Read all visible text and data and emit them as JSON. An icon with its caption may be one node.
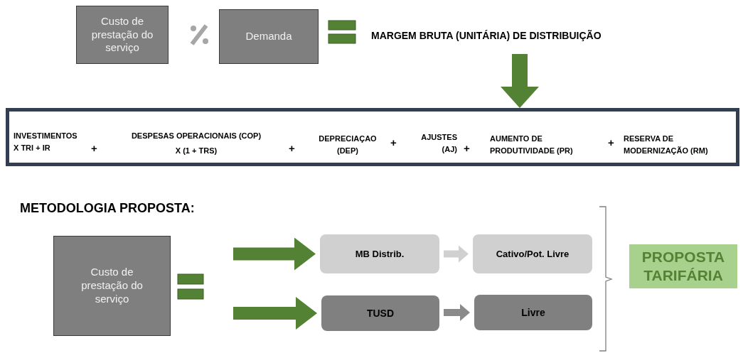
{
  "diagram": {
    "nodes": [
      {
        "text": [
          "Custo de prestação do serviço"
        ]
      },
      {
        "text": [
          "Demanda"
        ]
      },
      {
        "text": [
          "MARGEM BRUTA (UNITÁRIA) DE DISTRIBUIÇÃO"
        ]
      },
      {
        "text": [],
        "shape": "box"
      },
      {
        "text": [
          "INVESTIMENTOS X TRI + IR"
        ],
        "in": 3
      },
      {
        "text": [
          "DESPESAS OPERACIONAIS (COP)",
          "X (1 + TRS)"
        ],
        "in": 3
      },
      {
        "text": [
          "DEPRECIAÇAO (DEP)"
        ],
        "in": 3
      },
      {
        "text": [
          "AJUSTES (AJ)"
        ],
        "in": 3
      },
      {
        "text": [
          "AUMENTO DE PRODUTIVIDADE (PR)"
        ],
        "in": 3
      },
      {
        "text": [
          "RESERVA DE MODERNIZAÇÃO (RM)"
        ],
        "in": 3
      },
      {
        "text": [
          "Custo de prestação do serviço"
        ]
      },
      {
        "text": [
          "MB Distrib."
        ]
      },
      {
        "text": [
          "Cativo/Pot. Livre"
        ]
      },
      {
        "text": [
          "TUSD"
        ]
      },
      {
        "text": [
          "Livre"
        ]
      },
      {
        "text": [
          "PROPOSTA TARIFÁRIA"
        ]
      }
    ],
    "edges": [
      {
        "from": 2,
        "to": 3,
        "arrow": "to"
      },
      {
        "from": null,
        "to": 11,
        "arrow": "to"
      },
      {
        "from": null,
        "to": 13,
        "arrow": "to"
      },
      {
        "from": 11,
        "to": 12,
        "arrow": "to",
        "color": "#d0d0d0"
      },
      {
        "from": 13,
        "to": 14,
        "arrow": "to",
        "color": "#8a8a8a"
      }
    ],
    "labels": [
      "+",
      "+",
      "+",
      "+",
      "+",
      "METODOLOGIA PROPOSTA:"
    ]
  }
}
